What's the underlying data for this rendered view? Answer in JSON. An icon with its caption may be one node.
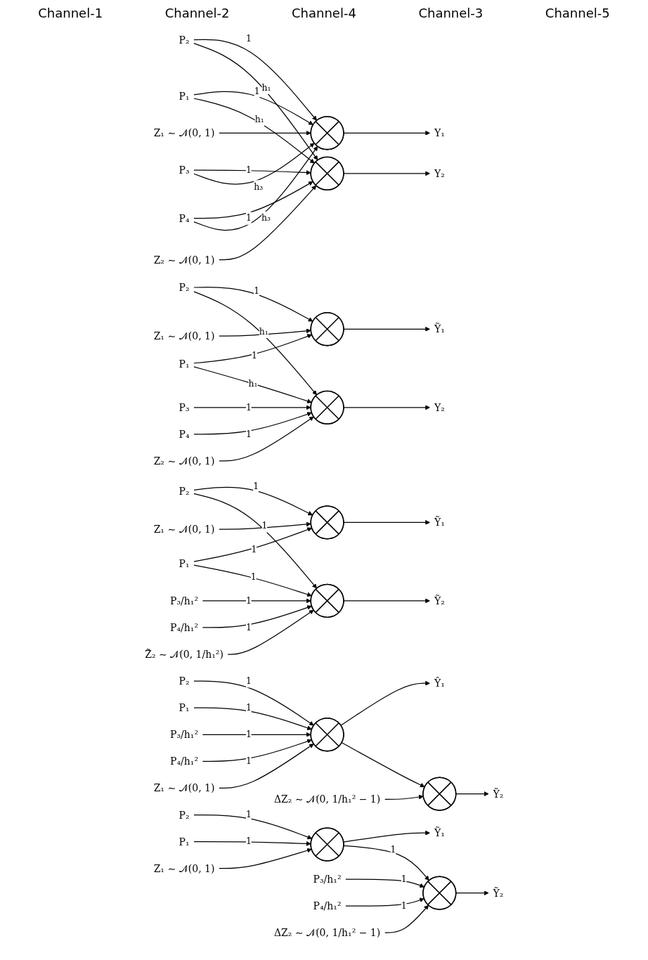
{
  "diagram": {
    "nodes": [
      {
        "text": [
          "P₂"
        ]
      },
      {
        "text": [
          "P₁"
        ]
      },
      {
        "text": [
          "P₃"
        ]
      },
      {
        "text": [
          "P₄"
        ]
      },
      {
        "text": [
          "Z₁ ∼ 𝒩(0, 1)"
        ]
      },
      {
        "text": [],
        "shape": "circle"
      },
      {
        "text": [
          "Y₁"
        ]
      },
      {
        "text": [],
        "shape": "circle"
      },
      {
        "text": [
          "Y₂"
        ]
      },
      {
        "text": [
          "Z₂ ∼ 𝒩(0, 1)"
        ]
      },
      {
        "text": [
          "P₂"
        ]
      },
      {
        "text": [
          "P₁"
        ]
      },
      {
        "text": [
          "P₃"
        ]
      },
      {
        "text": [
          "P₄"
        ]
      },
      {
        "text": [
          "Z₁ ∼ 𝒩(0, 1)"
        ]
      },
      {
        "text": [],
        "shape": "circle"
      },
      {
        "text": [
          "Ỹ₁"
        ]
      },
      {
        "text": [],
        "shape": "circle"
      },
      {
        "text": [
          "Y₂"
        ]
      },
      {
        "text": [
          "Z₂ ∼ 𝒩(0, 1)"
        ]
      },
      {
        "text": [
          "P₂"
        ]
      },
      {
        "text": [
          "P₁"
        ]
      },
      {
        "text": [
          "Z₁ ∼ 𝒩(0, 1)"
        ]
      },
      {
        "text": [],
        "shape": "circle"
      },
      {
        "text": [
          "Ỹ₁"
        ]
      },
      {
        "text": [
          "P₃/h₁²"
        ]
      },
      {
        "text": [
          "P₄/h₁²"
        ]
      },
      {
        "text": [],
        "shape": "circle"
      },
      {
        "text": [
          "Ỹ₂"
        ]
      },
      {
        "text": [
          "ΔZ₂ ∼ 𝒩(0, 1/h₁² − 1)"
        ]
      },
      {
        "text": [
          "P₂"
        ]
      },
      {
        "text": [
          "P₁"
        ]
      },
      {
        "text": [
          "Z₁ ∼ 𝒩(0, 1)"
        ]
      },
      {
        "text": [],
        "shape": "circle"
      },
      {
        "text": [
          "Ỹ₁"
        ]
      },
      {
        "text": [
          "P₃/h₁²"
        ]
      },
      {
        "text": [
          "P₄/h₁²"
        ]
      },
      {
        "text": [],
        "shape": "circle"
      },
      {
        "text": [
          "Ỹ₂"
        ]
      },
      {
        "text": [
          "Z̃₂ ∼ 𝒩(0, 1/h₁²)"
        ]
      },
      {
        "text": [
          "P₂"
        ]
      },
      {
        "text": [
          "P₁"
        ]
      },
      {
        "text": [
          "P₃/h₁²"
        ]
      },
      {
        "text": [
          "P₄/h₁²"
        ]
      },
      {
        "text": [
          "Z₁ ∼ 𝒩(0, 1)"
        ]
      },
      {
        "text": [],
        "shape": "circle"
      },
      {
        "text": [
          "ΔZ₂ ∼ 𝒩(0, 1/h₁² − 1)"
        ]
      },
      {
        "text": [],
        "shape": "circle"
      },
      {
        "text": [
          "Ỹ₂"
        ]
      },
      {
        "text": [
          "Ŷ₁"
        ]
      }
    ],
    "edges": [
      {
        "from": 0,
        "to": 5,
        "arrow": "to",
        "label": "1"
      },
      {
        "from": 0,
        "to": 7,
        "arrow": "to",
        "label": "h₁"
      },
      {
        "from": 1,
        "to": 5,
        "arrow": "to",
        "label": "1"
      },
      {
        "from": 1,
        "to": 7,
        "arrow": "to",
        "label": "h₁"
      },
      {
        "from": 2,
        "to": 7,
        "arrow": "to",
        "label": "1"
      },
      {
        "from": 2,
        "to": 5,
        "arrow": "to",
        "label": "h₃"
      },
      {
        "from": 3,
        "to": 7,
        "arrow": "to",
        "label": "1"
      },
      {
        "from": 3,
        "to": 5,
        "arrow": "to",
        "label": "h₃"
      },
      {
        "from": 4,
        "to": 5,
        "arrow": "to"
      },
      {
        "from": 5,
        "to": 6,
        "arrow": "to"
      },
      {
        "from": 9,
        "to": 7,
        "arrow": "to"
      },
      {
        "from": 7,
        "to": 8,
        "arrow": "to"
      },
      {
        "from": 10,
        "to": 15,
        "arrow": "to",
        "label": "1"
      },
      {
        "from": 10,
        "to": 17,
        "arrow": "to",
        "label": "h₁"
      },
      {
        "from": 11,
        "to": 15,
        "arrow": "to",
        "label": "1"
      },
      {
        "from": 11,
        "to": 17,
        "arrow": "to",
        "label": "h₁"
      },
      {
        "from": 12,
        "to": 17,
        "arrow": "to",
        "label": "1"
      },
      {
        "from": 13,
        "to": 17,
        "arrow": "to",
        "label": "1"
      },
      {
        "from": 14,
        "to": 15,
        "arrow": "to"
      },
      {
        "from": 15,
        "to": 16,
        "arrow": "to"
      },
      {
        "from": 19,
        "to": 17,
        "arrow": "to"
      },
      {
        "from": 17,
        "to": 18,
        "arrow": "to"
      },
      {
        "from": 20,
        "to": 23,
        "arrow": "to",
        "label": "1"
      },
      {
        "from": 21,
        "to": 23,
        "arrow": "to",
        "label": "1"
      },
      {
        "from": 22,
        "to": 23,
        "arrow": "to"
      },
      {
        "from": 23,
        "to": 24,
        "arrow": "to"
      },
      {
        "from": 23,
        "to": 27,
        "arrow": "to",
        "label": "1"
      },
      {
        "from": 25,
        "to": 27,
        "arrow": "to",
        "label": "1"
      },
      {
        "from": 26,
        "to": 27,
        "arrow": "to",
        "label": "1"
      },
      {
        "from": 29,
        "to": 27,
        "arrow": "to"
      },
      {
        "from": 27,
        "to": 28,
        "arrow": "to"
      },
      {
        "from": 30,
        "to": 33,
        "arrow": "to",
        "label": "1"
      },
      {
        "from": 31,
        "to": 33,
        "arrow": "to",
        "label": "1"
      },
      {
        "from": 30,
        "to": 37,
        "arrow": "to",
        "label": "1"
      },
      {
        "from": 31,
        "to": 37,
        "arrow": "to",
        "label": "1"
      },
      {
        "from": 32,
        "to": 33,
        "arrow": "to"
      },
      {
        "from": 33,
        "to": 34,
        "arrow": "to"
      },
      {
        "from": 35,
        "to": 37,
        "arrow": "to",
        "label": "1"
      },
      {
        "from": 36,
        "to": 37,
        "arrow": "to",
        "label": "1"
      },
      {
        "from": 39,
        "to": 37,
        "arrow": "to"
      },
      {
        "from": 37,
        "to": 38,
        "arrow": "to"
      },
      {
        "from": 40,
        "to": 45,
        "arrow": "to",
        "label": "1"
      },
      {
        "from": 41,
        "to": 45,
        "arrow": "to",
        "label": "1"
      },
      {
        "from": 42,
        "to": 45,
        "arrow": "to",
        "label": "1"
      },
      {
        "from": 43,
        "to": 45,
        "arrow": "to",
        "label": "1"
      },
      {
        "from": 44,
        "to": 45,
        "arrow": "to"
      },
      {
        "from": 45,
        "to": 49,
        "arrow": "to"
      },
      {
        "from": 45,
        "to": 47,
        "arrow": "to"
      },
      {
        "from": 46,
        "to": 47,
        "arrow": "to"
      },
      {
        "from": 47,
        "to": 48,
        "arrow": "to"
      }
    ],
    "labels": [
      "Channel-1",
      "Channel-2",
      "Channel-4",
      "Channel-3",
      "Channel-5"
    ]
  }
}
